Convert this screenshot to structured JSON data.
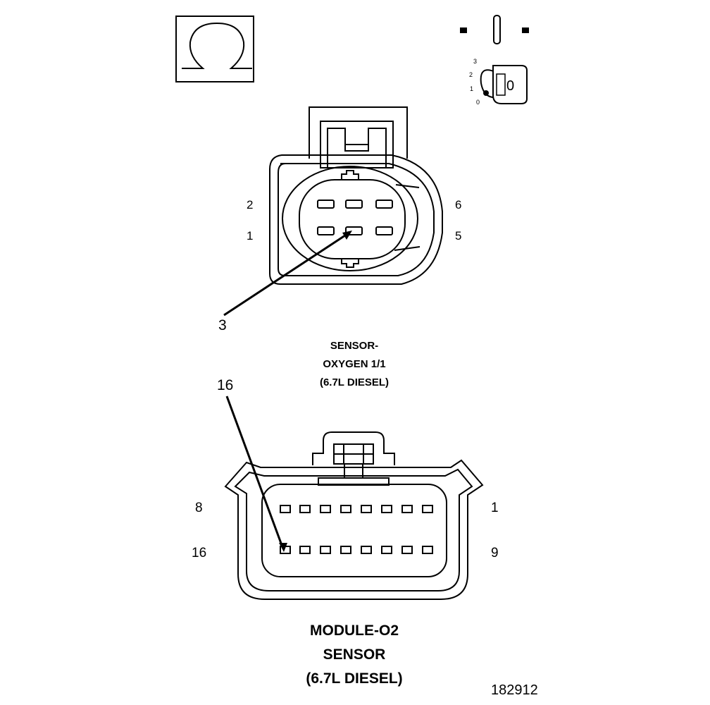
{
  "ignition": {
    "positions": [
      "3",
      "2",
      "1",
      "0"
    ],
    "key_letter": "0"
  },
  "sensor_connector": {
    "pin_labels": {
      "top_left": "2",
      "bottom_left": "1",
      "top_right": "6",
      "bottom_right": "5"
    },
    "callout": "3",
    "caption": [
      "SENSOR-",
      "OXYGEN 1/1",
      "(6.7L DIESEL)"
    ]
  },
  "module_connector": {
    "callout": "16",
    "pin_labels": {
      "top_left": "8",
      "bottom_left": "16",
      "top_right": "1",
      "bottom_right": "9"
    },
    "caption": [
      "MODULE-O2",
      "SENSOR",
      "(6.7L DIESEL)"
    ]
  },
  "figure_id": "182912"
}
